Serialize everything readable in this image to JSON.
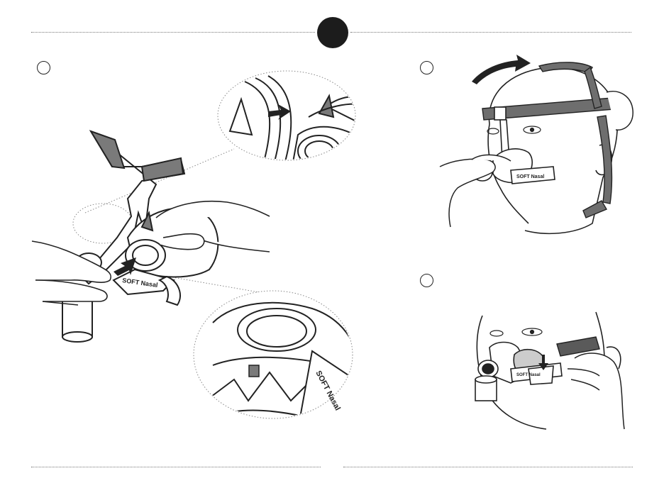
{
  "colors": {
    "ink": "#222222",
    "shade": "#7a7a7a",
    "shade_light": "#9a9a9a",
    "badge": "#1c1c1c",
    "dotted_rule": "#777777"
  },
  "illustrations": {
    "left": "mask-assembly-with-detail-insets",
    "right_top": "fitting-headgear-over-head",
    "right_bottom": "adjusting-strap-clip"
  },
  "labels": {
    "frame_brand": "SOFT Nasal",
    "inset_brand": "SOFT Nasal",
    "right_top_brand": "SOFT Nasal",
    "right_bottom_brand": "SOFT Nasal"
  }
}
